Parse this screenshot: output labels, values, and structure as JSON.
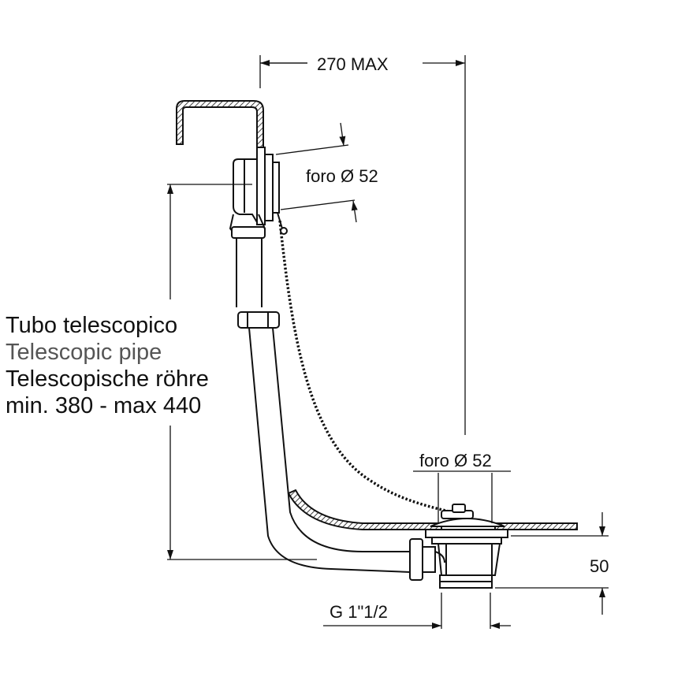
{
  "dimensions": {
    "top_width": "270 MAX",
    "overflow_hole": "foro Ø 52",
    "drain_hole": "foro Ø 52",
    "drain_height": "50",
    "thread": "G 1\"1/2"
  },
  "pipe_label": {
    "line1": "Tubo telescopico",
    "line2": "Telescopic pipe",
    "line3": "Telescopische röhre",
    "line4": "min. 380 - max 440"
  },
  "colors": {
    "ink": "#111111",
    "secondary_text": "#555555",
    "background": "#ffffff"
  }
}
